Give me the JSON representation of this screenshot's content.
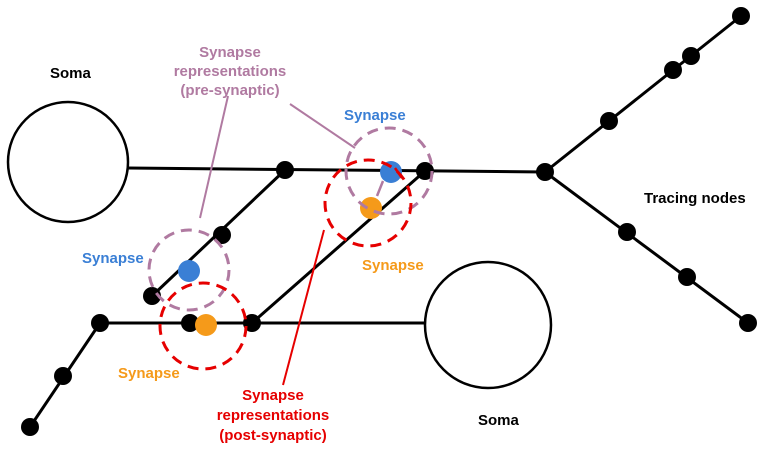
{
  "labels": {
    "soma_left": "Soma",
    "soma_right": "Soma",
    "tracing_nodes": "Tracing nodes",
    "synapse_top_blue": "Synapse",
    "synapse_left_blue": "Synapse",
    "synapse_right_orange": "Synapse",
    "synapse_bottom_orange": "Synapse",
    "pre_line1": "Synapse",
    "pre_line2": "representations",
    "pre_line3": "(pre-synaptic)",
    "post_line1": "Synapse",
    "post_line2": "representations",
    "post_line3": "(post-synaptic)"
  },
  "colors": {
    "pre_synaptic": "#b07aa1",
    "post_synaptic": "#e60000",
    "synapse_blue": "#3a7fd5",
    "synapse_orange": "#f59a1a",
    "node": "#000000"
  }
}
